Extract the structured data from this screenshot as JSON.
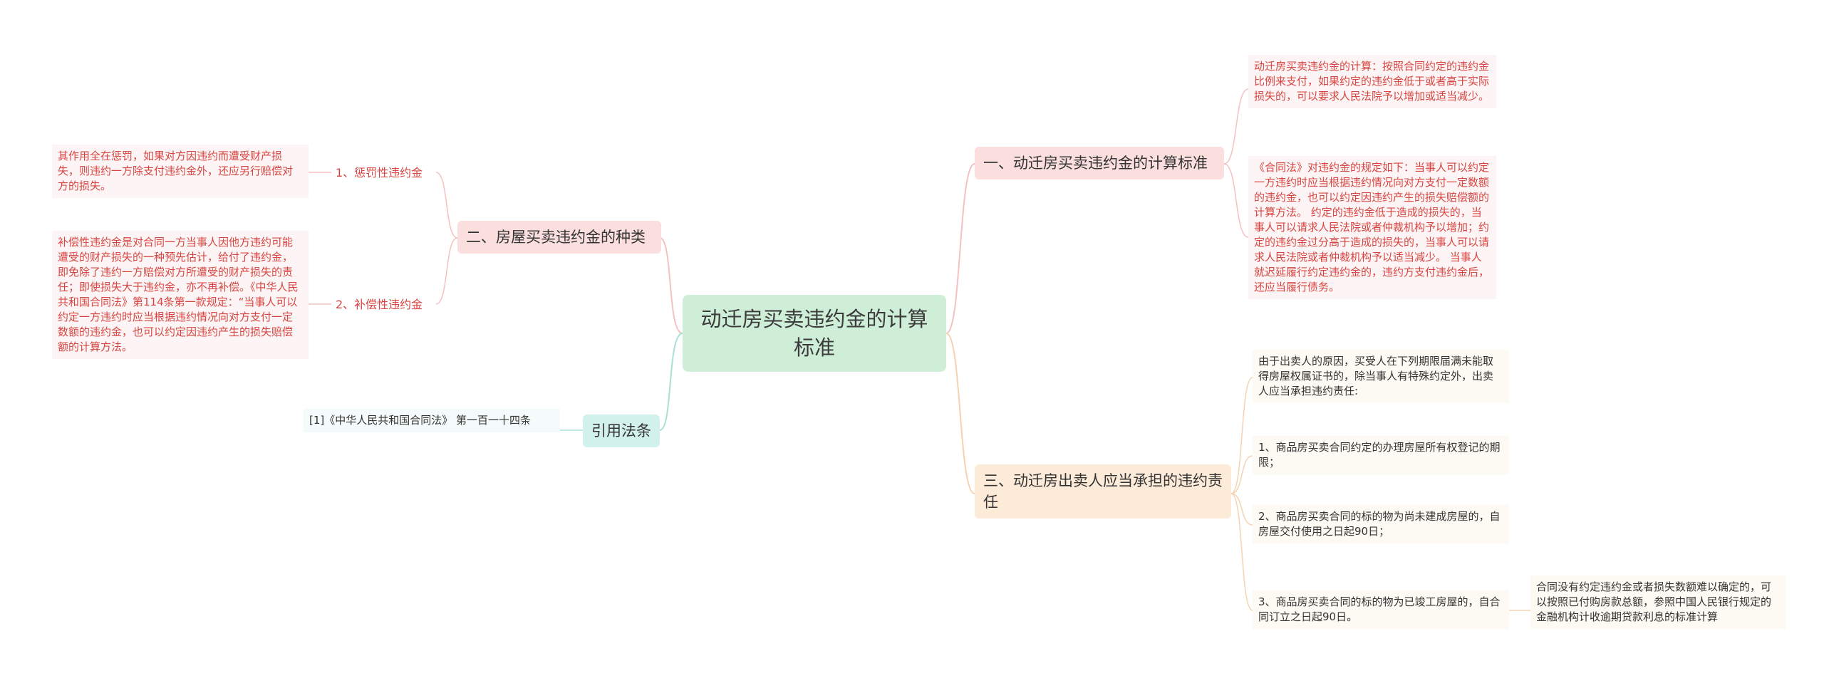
{
  "root": {
    "title": "动迁房买卖违约金的计算标准"
  },
  "branch1": {
    "title": "一、动迁房买卖违约金的计算标准",
    "leaf1": "动迁房买卖违约金的计算：按照合同约定的违约金比例来支付，如果约定的违约金低于或者高于实际损失的，可以要求人民法院予以增加或适当减少。",
    "leaf2": "《合同法》对违约金的规定如下：当事人可以约定一方违约时应当根据违约情况向对方支付一定数额的违约金，也可以约定因违约产生的损失赔偿额的计算方法。 约定的违约金低于造成的损失的，当事人可以请求人民法院或者仲裁机构予以增加；约定的违约金过分高于造成的损失的，当事人可以请求人民法院或者仲裁机构予以适当减少。 当事人就迟延履行约定违约金的，违约方支付违约金后，还应当履行债务。"
  },
  "branch2": {
    "title": "二、房屋买卖违约金的种类",
    "sub1": {
      "label": "1、惩罚性违约金",
      "detail": "其作用全在惩罚，如果对方因违约而遭受财产损失，则违约一方除支付违约金外，还应另行赔偿对方的损失。"
    },
    "sub2": {
      "label": "2、补偿性违约金",
      "detail": "补偿性违约金是对合同一方当事人因他方违约可能遭受的财产损失的一种预先估计，给付了违约金，即免除了违约一方赔偿对方所遭受的财产损失的责任；即使损失大于违约金，亦不再补偿。《中华人民共和国合同法》第114条第一款规定：“当事人可以约定一方违约时应当根据违约情况向对方支付一定数额的违约金，也可以约定因违约产生的损失赔偿额的计算方法。"
    }
  },
  "branch3": {
    "title": "三、动迁房出卖人应当承担的违约责任",
    "leaf1": "由于出卖人的原因，买受人在下列期限届满未能取得房屋权属证书的，除当事人有特殊约定外，出卖人应当承担违约责任:",
    "leaf2": "1、商品房买卖合同约定的办理房屋所有权登记的期限；",
    "leaf3": "2、商品房买卖合同的标的物为尚未建成房屋的，自房屋交付使用之日起90日；",
    "leaf4": "3、商品房买卖合同的标的物为已竣工房屋的，自合同订立之日起90日。",
    "leaf4_detail": "合同没有约定违约金或者损失数额难以确定的，可以按照已付购房款总额，参照中国人民银行规定的金融机构计收逾期贷款利息的标准计算"
  },
  "branch4": {
    "title": "引用法条",
    "leaf1": "[1]《中华人民共和国合同法》 第一百一十四条"
  },
  "colors": {
    "root_bg": "#cfeed8",
    "branch_pink": "#fbdfdf",
    "branch_peach": "#fdebd9",
    "branch_teal": "#d3f1ec",
    "leaf_red_text": "#d64541",
    "line_pink": "#f2c2c2",
    "line_peach": "#f4d3b3",
    "line_teal": "#a8e0d6"
  }
}
